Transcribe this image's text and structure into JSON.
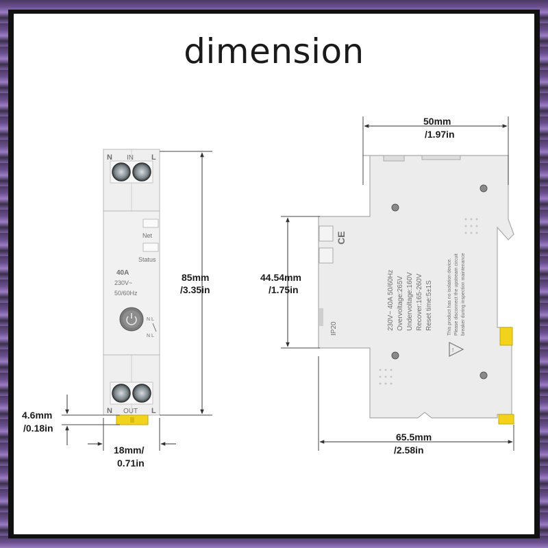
{
  "title": "dimension",
  "front_view": {
    "top_terminal_labels": {
      "left": "N",
      "center": "IN",
      "right": "L"
    },
    "bottom_terminal_labels": {
      "left": "N",
      "center": "OUT",
      "right": "L"
    },
    "indicator_net": "Net",
    "indicator_status": "Status",
    "rating": "40A",
    "voltage": "230V~",
    "frequency": "50/60Hz",
    "switch_symbol_top": "N L",
    "switch_symbol_bottom": "N L"
  },
  "side_view": {
    "ce_mark": "CE",
    "ip_rating": "IP20",
    "spec_lines": [
      "230V~ 40A 50/60Hz",
      "Overvoltage:265V",
      "Undervoltage:160V",
      "Recover:165-260V",
      "Reset time:5±1S"
    ],
    "warning_lines": [
      "This product has no isolation device.",
      "Please disconnect the upstream circuit",
      "breaker during inspection maintenance"
    ]
  },
  "dimensions": {
    "height": {
      "line1": "85mm",
      "line2": "/3.35in"
    },
    "width_front": {
      "line1": "18mm/",
      "line2": "0.71in"
    },
    "clip": {
      "line1": "4.6mm",
      "line2": "/0.18in"
    },
    "top_width": {
      "line1": "50mm",
      "line2": "/1.97in"
    },
    "side_height": {
      "line1": "44.54mm",
      "line2": "/1.75in"
    },
    "depth": {
      "line1": "65.5mm",
      "line2": "/2.58in"
    }
  },
  "colors": {
    "body": "#eeeeee",
    "outline": "#b5b5b5",
    "clip_yellow": "#f2d21a",
    "dim_line": "#333333"
  }
}
